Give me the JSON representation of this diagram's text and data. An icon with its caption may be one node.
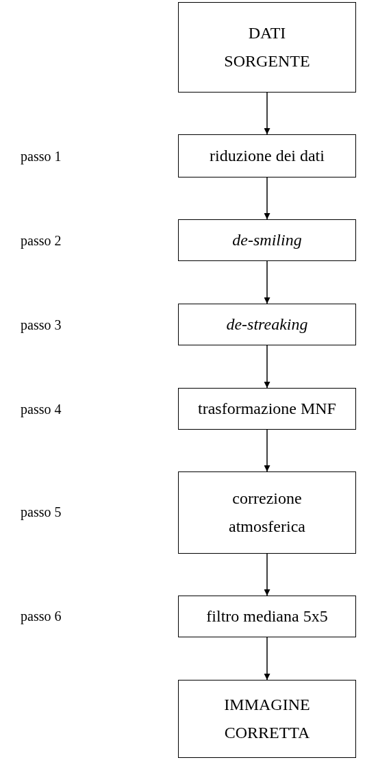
{
  "diagram": {
    "nodes": [
      {
        "text": [
          "DATI SORGENTE"
        ]
      },
      {
        "text": [
          "riduzione dei dati"
        ]
      },
      {
        "text": [
          "de-smiling"
        ]
      },
      {
        "text": [
          "de-streaking"
        ]
      },
      {
        "text": [
          "trasformazione MNF"
        ]
      },
      {
        "text": [
          "correzione atmosferica"
        ]
      },
      {
        "text": [
          "filtro mediana 5x5"
        ]
      },
      {
        "text": [
          "IMMAGINE CORRETTA"
        ]
      }
    ],
    "edges": [
      {
        "from": 0,
        "to": 1,
        "arrow": "to"
      },
      {
        "from": 1,
        "to": 2,
        "arrow": "to"
      },
      {
        "from": 2,
        "to": 3,
        "arrow": "to"
      },
      {
        "from": 3,
        "to": 4,
        "arrow": "to"
      },
      {
        "from": 4,
        "to": 5,
        "arrow": "to"
      },
      {
        "from": 5,
        "to": 6,
        "arrow": "to"
      },
      {
        "from": 6,
        "to": 7,
        "arrow": "to"
      }
    ],
    "labels": [
      "passo 1",
      "passo 2",
      "passo 3",
      "passo 4",
      "passo 5",
      "passo 6"
    ]
  }
}
